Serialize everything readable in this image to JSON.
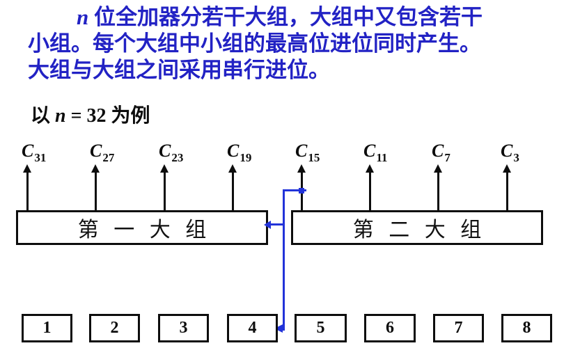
{
  "colors": {
    "paragraph_blue": "#2222c4",
    "connector_blue": "#2233d9",
    "diagram_black": "#0d0d0d",
    "background": "#ffffff"
  },
  "paragraph": {
    "var": "n",
    "line1_rest": " 位全加器分若干大组，大组中又包含若干",
    "line2": "小组。每个大组中小组的最高位进位同时产生。",
    "line3": "大组与大组之间采用串行进位。"
  },
  "example": {
    "prefix": "以 ",
    "var": "n",
    "suffix": " = 32 为例"
  },
  "diagram": {
    "carries": [
      {
        "base": "C",
        "sub": "31"
      },
      {
        "base": "C",
        "sub": "27"
      },
      {
        "base": "C",
        "sub": "23"
      },
      {
        "base": "C",
        "sub": "19"
      },
      {
        "base": "C",
        "sub": "15"
      },
      {
        "base": "C",
        "sub": "11"
      },
      {
        "base": "C",
        "sub": "7"
      },
      {
        "base": "C",
        "sub": "3"
      }
    ],
    "group1_label": "第 一 大 组",
    "group2_label": "第 二 大 组",
    "small_groups": [
      "1",
      "2",
      "3",
      "4",
      "5",
      "6",
      "7",
      "8"
    ]
  }
}
